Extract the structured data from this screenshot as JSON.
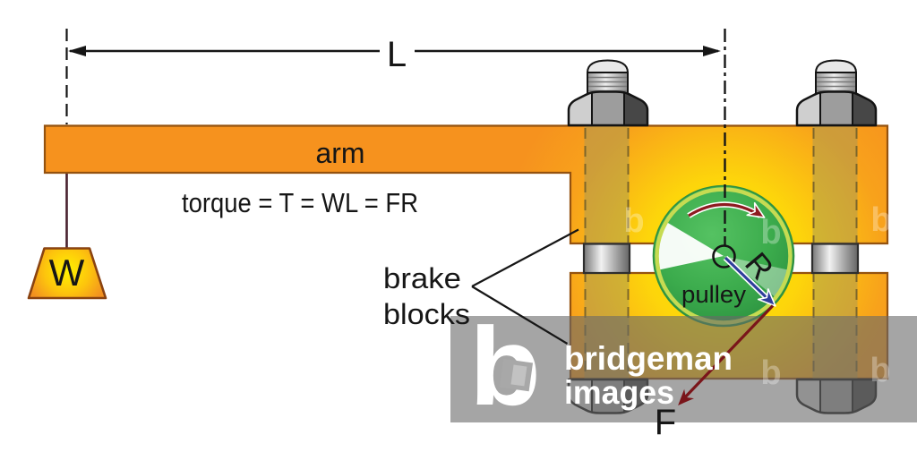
{
  "diagram": {
    "length_label": "L",
    "arm_label": "arm",
    "formula": "torque = T = WL = FR",
    "weight_label": "W",
    "brake_label_line1": "brake",
    "brake_label_line2": "blocks",
    "pulley_label": "pulley",
    "radius_label": "R",
    "force_label": "F"
  },
  "watermark": {
    "logo_letter": "b",
    "brand_line1": "bridgeman",
    "brand_line2": "images",
    "faint_letter": "b"
  },
  "colors": {
    "background": "#FFFFFF",
    "arm_orange": "#F6921E",
    "glow_yellow": "#FFE800",
    "block_border": "#94520F",
    "bolt_column_tan": "#D9A94F",
    "pulley_green": "#3BAB4C",
    "pulley_rim": "#C6DB52",
    "radius_arrow_blue": "#2E3E9B",
    "rotation_arrow_red": "#8E1B20",
    "force_arrow_maroon": "#7A151A",
    "string_maroon": "#49222F",
    "ink": "#161616",
    "watermark_gray": "#A9A9A9",
    "watermark_white": "#FFFFFF"
  }
}
